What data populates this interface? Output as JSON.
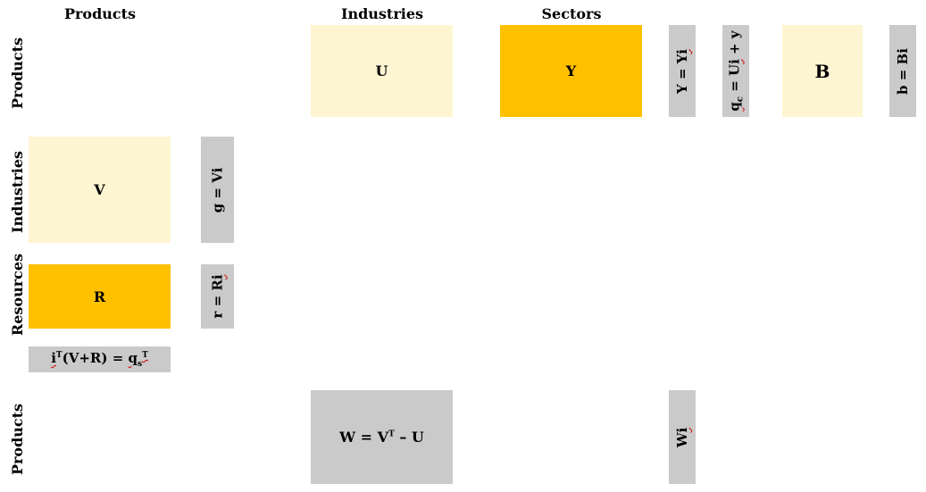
{
  "column_headers": {
    "products": "Products",
    "industries": "Industries",
    "sectors": "Sectors"
  },
  "row_labels": {
    "products_top": "Products",
    "industries": "Industries",
    "resources": "Resources",
    "products_bottom": "Products"
  },
  "cells": {
    "U": "U",
    "Y": "Y",
    "Y_eq_prefix": "Y = Y",
    "Y_eq_vec": "i",
    "qc_prefix": "q",
    "qc_sub": "c",
    "qc_eq_mid": " = U",
    "qc_vec": "i",
    "qc_suffix": " + y",
    "B": "B",
    "b_eq": "b = Bi",
    "V": "V",
    "g_eq": "g = Vi",
    "R": "R",
    "r_eq_prefix": "r = R",
    "r_eq_vec": "i",
    "sum_vec": "i",
    "sum_T": "T",
    "sum_mid": "(V+R) = ",
    "sum_q": "q",
    "sum_sub": "s",
    "sum_T2": "T",
    "W_eq_prefix": "W = V",
    "W_T": "T",
    "W_eq_suffix": " – U",
    "Wi_prefix": "W",
    "Wi_vec": "i"
  },
  "colors": {
    "light_fill": "#fef5d2",
    "gold_fill": "#ffc000",
    "gray_fill": "#cacaca",
    "squiggle": "#d40000"
  }
}
